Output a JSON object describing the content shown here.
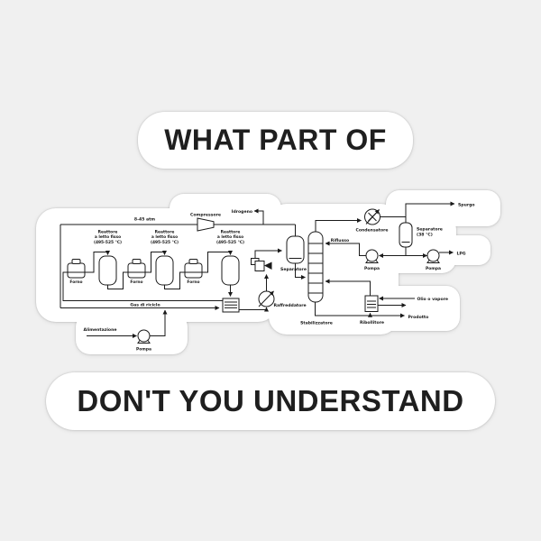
{
  "colors": {
    "background": "#f0f0f0",
    "sticker": "#ffffff",
    "ink": "#1f1f1f",
    "line": "#1a1a1a"
  },
  "sticker_top": {
    "text": "WHAT PART OF"
  },
  "sticker_bottom": {
    "text": "DON'T YOU UNDERSTAND"
  },
  "diagram": {
    "labels": {
      "pressure": "8-45 atm",
      "compressor": "Compressore",
      "hydrogen": "Idrogeno",
      "reactor_line1": "Reattore",
      "reactor_line2": "a letto fisso",
      "reactor_line3": "(495-525 °C)",
      "furnace": "Forno",
      "recycle_gas": "Gas di riciclo",
      "feed": "Alimentazione",
      "pump": "Pompa",
      "separator": "Separatore",
      "cooler": "Raffreddatore",
      "stabilizer": "Stabilizzatore",
      "reflux": "Riflusso",
      "condenser": "Condensatore",
      "separator38_line1": "Separatore",
      "separator38_line2": "(38 °C)",
      "purge": "Spurgo",
      "lpg": "LPG",
      "reboiler": "Ribollitore",
      "heating_medium": "Olio o vapore",
      "product": "Prodotto"
    }
  }
}
